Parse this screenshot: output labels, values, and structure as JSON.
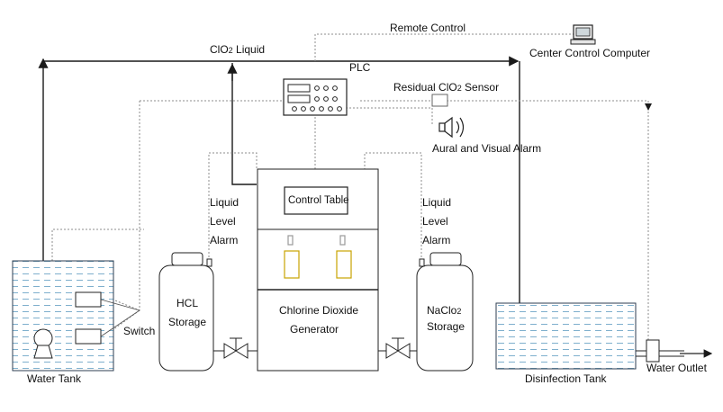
{
  "labels": {
    "remote_control": "Remote Control",
    "clo2_liquid_prefix": "ClO",
    "clo2_liquid_sub": "2",
    "clo2_liquid_suffix": " Liquid",
    "plc": "PLC",
    "center_control_computer": "Center Control Computer",
    "residual_sensor_prefix": "Residual ClO",
    "residual_sensor_sub": "2",
    "residual_sensor_suffix": " Sensor",
    "aural_visual_alarm": "Aural and Visual Alarm",
    "control_table": "Control Table",
    "generator_line1": "Chlorine Dioxide",
    "generator_line2": "Generator",
    "liquid_level_alarm_left": [
      "Liquid",
      "Level",
      "Alarm"
    ],
    "liquid_level_alarm_right": [
      "Liquid",
      "Level",
      "Alarm"
    ],
    "hcl_line1": "HCL",
    "hcl_line2": "Storage",
    "naclo2_prefix": "NaClo",
    "naclo2_sub": "2",
    "naclo2_line2": "Storage",
    "switch": "Switch",
    "water_tank": "Water Tank",
    "disinfection_tank": "Disinfection Tank",
    "water_outlet": "Water Outlet"
  },
  "colors": {
    "line": "#1a1a1a",
    "dotted": "#8c8c8c",
    "water_hatch": "#6fa6c8",
    "tank_border": "#2c3e50"
  }
}
